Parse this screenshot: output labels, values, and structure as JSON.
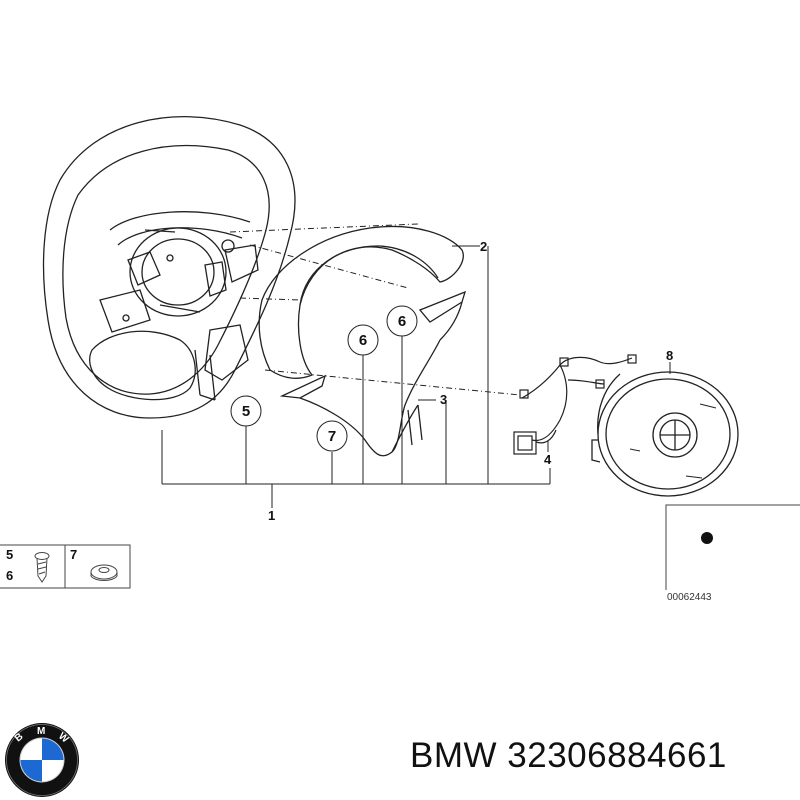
{
  "diagram": {
    "callouts": {
      "c1": "1",
      "c2": "2",
      "c3": "3",
      "c4": "4",
      "c5": "5",
      "c6a": "6",
      "c6b": "6",
      "c7": "7",
      "c8": "8"
    },
    "legend": {
      "row_a": "5",
      "row_b": "6",
      "col_c": "7"
    },
    "reference_number": "00062443"
  },
  "caption": {
    "brand": "BMW",
    "part_number": "32306884661",
    "full": "BMW 32306884661"
  },
  "logo": {
    "letters": [
      "B",
      "M",
      "W"
    ],
    "colors": {
      "blue": "#1c69d4",
      "white": "#ffffff",
      "ring": "#111111"
    }
  }
}
